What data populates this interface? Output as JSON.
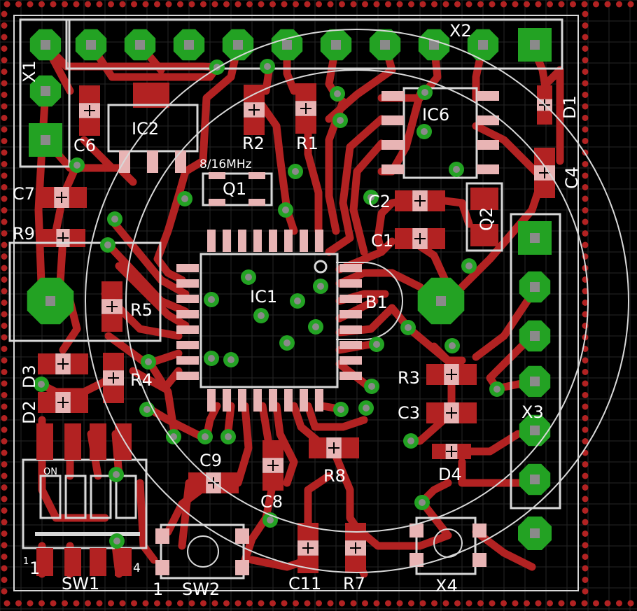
{
  "board": {
    "colors": {
      "background": "#000000",
      "copper": "#b22222",
      "via": "#23a223",
      "drill": "#8a8a8a",
      "silkscreen": "#d8d8d8",
      "grid": "#2a2a2a",
      "pad_light": "#e8b4b4"
    },
    "labels": {
      "x1": "X1",
      "x2": "X2",
      "x3": "X3",
      "x4": "X4",
      "ic1": "IC1",
      "ic2": "IC2",
      "ic6": "IC6",
      "q1": "Q1",
      "q2": "Q2",
      "r1": "R1",
      "r2": "R2",
      "r3": "R3",
      "r4": "R4",
      "r5": "R5",
      "r7": "R7",
      "r8": "R8",
      "r9": "R9",
      "c1": "C1",
      "c2": "C2",
      "c3": "C3",
      "c4": "C4",
      "c6": "C6",
      "c7": "C7",
      "c8": "C8",
      "c9": "C9",
      "c11": "C11",
      "d1": "D1",
      "d2": "D2",
      "d3": "D3",
      "d4": "D4",
      "b1": "B1",
      "sw1": "SW1",
      "sw2": "SW2",
      "freq": "8/16MHz",
      "on": "ON",
      "sw1_pin1": "1",
      "sw1_pin4": "4",
      "sw1_small1": "1",
      "sw2_pin1": "1"
    }
  }
}
